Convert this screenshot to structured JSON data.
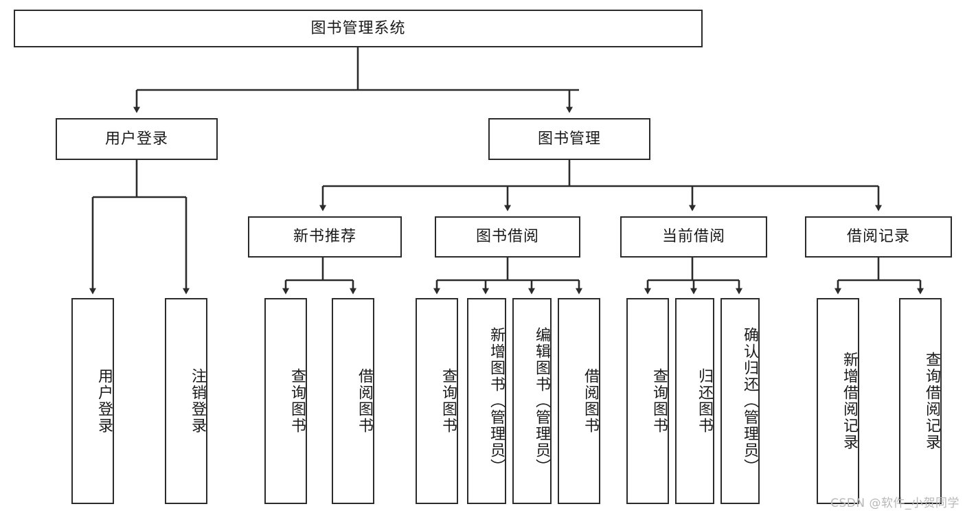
{
  "diagram": {
    "type": "tree-hierarchy",
    "title": "图书管理系统",
    "orientation": "top-down",
    "colors": {
      "box_border": "#2b2b2b",
      "box_fill": "#ffffff",
      "connector": "#2b2b2b",
      "text": "#1a1a1a",
      "watermark": "#b8b8b8",
      "background": "#ffffff"
    },
    "root": {
      "id": "root",
      "label": "图书管理系统",
      "orientation": "horizontal"
    },
    "level2": [
      {
        "id": "user-login",
        "label": "用户登录",
        "orientation": "horizontal"
      },
      {
        "id": "book-manage",
        "label": "图书管理",
        "orientation": "horizontal"
      }
    ],
    "level3": [
      {
        "id": "new-book-rec",
        "label": "新书推荐",
        "orientation": "horizontal",
        "parent": "book-manage"
      },
      {
        "id": "book-borrow",
        "label": "图书借阅",
        "orientation": "horizontal",
        "parent": "book-manage"
      },
      {
        "id": "current-borrow",
        "label": "当前借阅",
        "orientation": "horizontal",
        "parent": "book-manage"
      },
      {
        "id": "borrow-record",
        "label": "借阅记录",
        "orientation": "horizontal",
        "parent": "book-manage"
      }
    ],
    "leaves": [
      {
        "id": "leaf-user-login",
        "label": "用户登录",
        "orientation": "vertical",
        "parent": "user-login"
      },
      {
        "id": "leaf-logout-login",
        "label": "注销登录",
        "orientation": "vertical",
        "parent": "user-login"
      },
      {
        "id": "leaf-query-book-rec",
        "label": "查询图书",
        "orientation": "vertical",
        "parent": "new-book-rec"
      },
      {
        "id": "leaf-borrow-book-rec",
        "label": "借阅图书",
        "orientation": "vertical",
        "parent": "new-book-rec"
      },
      {
        "id": "leaf-query-book-borrow",
        "label": "查询图书",
        "orientation": "vertical",
        "parent": "book-borrow"
      },
      {
        "id": "leaf-add-book",
        "label": "新增图书（管理员）",
        "orientation": "vertical",
        "parent": "book-borrow"
      },
      {
        "id": "leaf-edit-book",
        "label": "编辑图书（管理员）",
        "orientation": "vertical",
        "parent": "book-borrow"
      },
      {
        "id": "leaf-borrow-book",
        "label": "借阅图书",
        "orientation": "vertical",
        "parent": "book-borrow"
      },
      {
        "id": "leaf-query-book-current",
        "label": "查询图书",
        "orientation": "vertical",
        "parent": "current-borrow"
      },
      {
        "id": "leaf-return-book",
        "label": "归还图书",
        "orientation": "vertical",
        "parent": "current-borrow"
      },
      {
        "id": "leaf-confirm-return",
        "label": "确认归还（管理员）",
        "orientation": "vertical",
        "parent": "current-borrow"
      },
      {
        "id": "leaf-add-record",
        "label": "新增借阅记录",
        "orientation": "vertical",
        "parent": "borrow-record"
      },
      {
        "id": "leaf-query-record",
        "label": "查询借阅记录",
        "orientation": "vertical",
        "parent": "borrow-record"
      }
    ]
  },
  "watermark": {
    "text": "CSDN @软件_小贺同学"
  }
}
